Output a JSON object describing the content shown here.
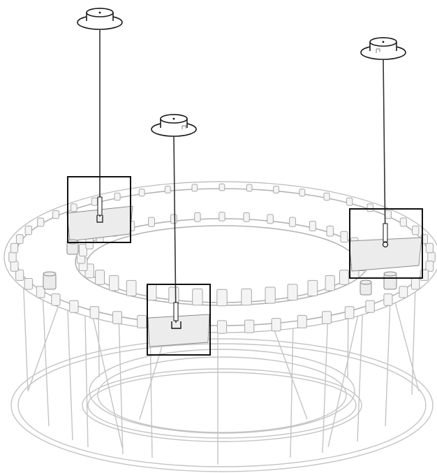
{
  "figure": {
    "subject": "ring-chandelier-suspension",
    "colors": {
      "line": "#111111",
      "frame": "#c4c4c4",
      "ring": "#b6b6b6",
      "background": "#ffffff"
    },
    "suspension_points": 3,
    "callout_boxes": 3,
    "ring_segments": 48
  }
}
